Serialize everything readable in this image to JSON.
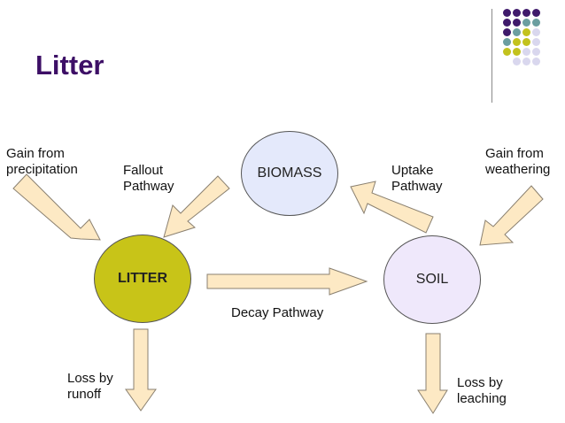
{
  "slide": {
    "title": "Litter"
  },
  "colors": {
    "title": "#3d0f66",
    "arrow_fill": "#fde9c4",
    "arrow_stroke": "#8a8070",
    "litter_fill": "#c8c418",
    "soil_fill": "#efe8fb",
    "biomass_fill": "#e4e9fb",
    "dot_purple": "#3f1a6b",
    "dot_teal": "#6b9ea0",
    "dot_yellow": "#c3c21e",
    "dot_lavender": "#d9d7ee"
  },
  "nodes": {
    "biomass": "BIOMASS",
    "litter": "LITTER",
    "soil": "SOIL"
  },
  "labels": {
    "gain_precipitation": "Gain from\nprecipitation",
    "fallout_pathway": "Fallout\nPathway",
    "uptake_pathway": "Uptake\nPathway",
    "gain_weathering": "Gain from\nweathering",
    "decay_pathway": "Decay Pathway",
    "loss_runoff": "Loss by\nrunoff",
    "loss_leaching": "Loss by\nleaching"
  },
  "decoration": {
    "dot_grid": [
      [
        "purple",
        "purple",
        "purple",
        "purple"
      ],
      [
        "purple",
        "purple",
        "teal",
        "teal"
      ],
      [
        "purple",
        "teal",
        "yellow",
        "lavender"
      ],
      [
        "teal",
        "yellow",
        "yellow",
        "lavender"
      ],
      [
        "yellow",
        "yellow",
        "lavender",
        "lavender"
      ],
      [
        "none",
        "lavender",
        "lavender",
        "lavender"
      ]
    ]
  }
}
